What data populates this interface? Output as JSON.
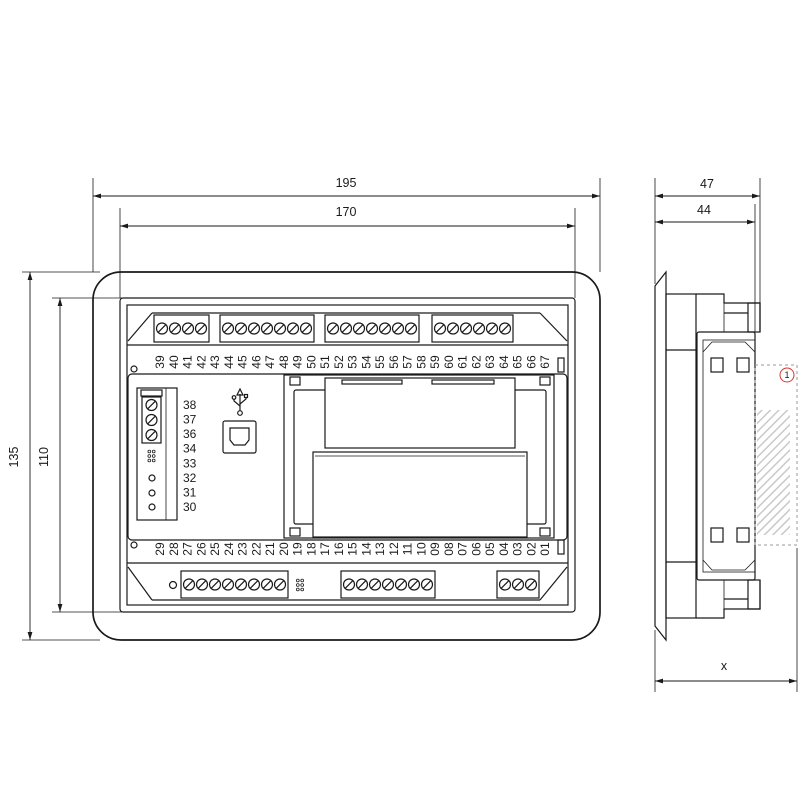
{
  "dimensions": {
    "front_width_outer": "195",
    "front_width_inner": "170",
    "front_height_outer": "135",
    "front_height_inner": "110",
    "side_depth_outer": "47",
    "side_depth_inner": "44",
    "side_depth_total": "x"
  },
  "terminals": {
    "top_row": [
      "39",
      "40",
      "41",
      "42",
      "43",
      "44",
      "45",
      "46",
      "47",
      "48",
      "49",
      "50",
      "51",
      "52",
      "53",
      "54",
      "55",
      "56",
      "57",
      "58",
      "59",
      "60",
      "61",
      "62",
      "63",
      "64",
      "65",
      "66",
      "67"
    ],
    "bottom_row": [
      "29",
      "28",
      "27",
      "26",
      "25",
      "24",
      "23",
      "22",
      "21",
      "20",
      "19",
      "18",
      "17",
      "16",
      "15",
      "14",
      "13",
      "12",
      "11",
      "10",
      "09",
      "08",
      "07",
      "06",
      "05",
      "04",
      "03",
      "02",
      "01"
    ],
    "left_connector": [
      "38",
      "37",
      "36",
      "34",
      "33",
      "32",
      "31",
      "30"
    ]
  },
  "marker": {
    "label": "1"
  },
  "colors": {
    "line": "#1a1a1a",
    "marker": "#d9362b",
    "hatch": "#c9c9c9"
  }
}
